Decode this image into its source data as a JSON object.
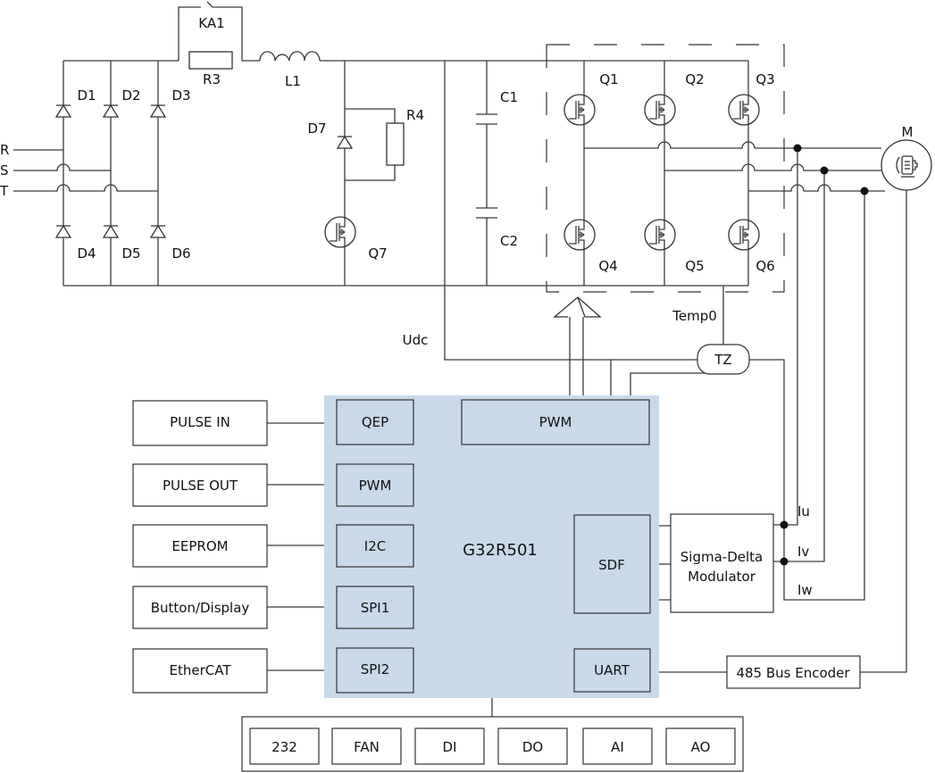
{
  "power_stage": {
    "inputs": [
      "R",
      "S",
      "T"
    ],
    "rectifier_diodes": [
      "D1",
      "D2",
      "D3",
      "D4",
      "D5",
      "D6"
    ],
    "relay": "KA1",
    "precharge_resistor": "R3",
    "inductor": "L1",
    "brake_diode": "D7",
    "brake_resistor": "R4",
    "brake_switch": "Q7",
    "capacitors": [
      "C1",
      "C2"
    ],
    "inverter_switches": [
      "Q1",
      "Q2",
      "Q3",
      "Q4",
      "Q5",
      "Q6"
    ],
    "motor": "M",
    "temp_label": "Temp0",
    "dc_voltage_label": "Udc",
    "trip_zone": "TZ",
    "current_labels": [
      "Iu",
      "Iv",
      "Iw"
    ]
  },
  "mcu": {
    "name": "G32R501",
    "fill_color": "#c9d9ea",
    "peripherals": {
      "qep": "QEP",
      "pwm_small": "PWM",
      "i2c": "I2C",
      "spi1": "SPI1",
      "spi2": "SPI2",
      "pwm_main": "PWM",
      "sdf": "SDF",
      "uart": "UART"
    }
  },
  "external": {
    "pulse_in": "PULSE IN",
    "pulse_out": "PULSE OUT",
    "eeprom": "EEPROM",
    "button_display": "Button/Display",
    "ethercat": "EtherCAT",
    "sigma_delta": [
      "Sigma-Delta",
      "Modulator"
    ],
    "encoder": "485 Bus Encoder"
  },
  "io_bus": [
    "232",
    "FAN",
    "DI",
    "DO",
    "AI",
    "AO"
  ]
}
